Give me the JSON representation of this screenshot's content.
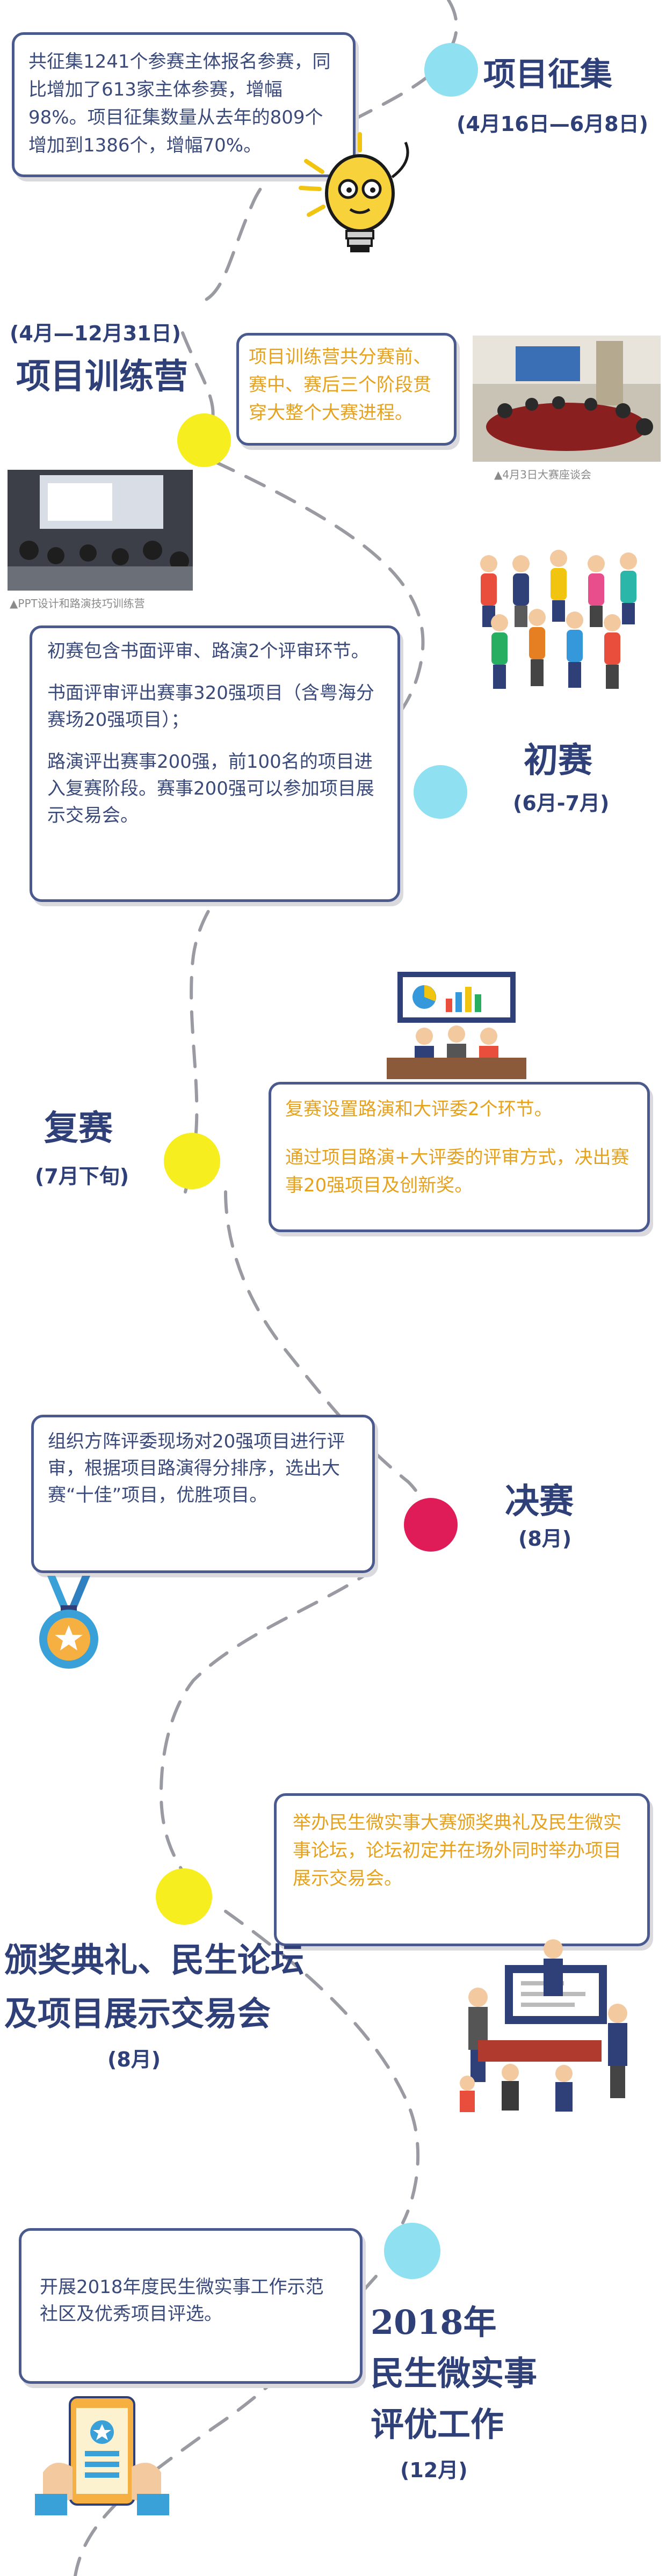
{
  "stages": {
    "s1": {
      "title": "项目征集",
      "date": "(4月16日—6月8日)",
      "text": "共征集1241个参赛主体报名参赛，同比增加了613家主体参赛，增幅98%。项目征集数量从去年的809个增加到1386个，增幅70%。"
    },
    "s2": {
      "title": "项目训练营",
      "date": "(4月—12月31日)",
      "text": "项目训练营共分赛前、赛中、赛后三个阶段贯穿大整个大赛进程。",
      "caption_right": "▲4月3日大赛座谈会",
      "caption_left": "▲PPT设计和路演技巧训练营"
    },
    "s3": {
      "title": "初赛",
      "date": "(6月-7月)",
      "p1": "初赛包含书面评审、路演2个评审环节。",
      "p2": "书面评审评出赛事320强项目（含粤海分赛场20强项目）；",
      "p3": "路演评出赛事200强，前100名的项目进入复赛阶段。赛事200强可以参加项目展示交易会。"
    },
    "s4": {
      "title": "复赛",
      "date": "(7月下旬)",
      "p1": "复赛设置路演和大评委2个环节。",
      "p2": "通过项目路演+大评委的评审方式，决出赛事20强项目及创新奖。"
    },
    "s5": {
      "title": "决赛",
      "date": "(8月)",
      "text": "组织方阵评委现场对20强项目进行评审，根据项目路演得分排序，选出大赛“十佳”项目，优胜项目。"
    },
    "s6": {
      "title_line1": "颁奖典礼、民生论坛",
      "title_line2": "及项目展示交易会",
      "date": "(8月)",
      "text": "举办民生微实事大赛颁奖典礼及民生微实事论坛，论坛初定并在场外同时举办项目展示交易会。"
    },
    "s7": {
      "title_line1": "2018年",
      "title_line2": "民生微实事",
      "title_line3": "评优工作",
      "date": "(12月)",
      "text": "开展2018年度民生微实事工作示范社区及优秀项目评选。"
    }
  },
  "icons": {
    "bulb": "lightbulb-icon",
    "crowd": "people-group-icon",
    "panel": "judges-panel-icon",
    "medal": "medal-icon",
    "meeting": "meeting-people-icon",
    "phone": "phone-award-icon"
  },
  "colors": {
    "navy": "#2f3f78",
    "yellow_dot": "#f6ee1e",
    "blue_dot": "#8fe0f0",
    "red_dot": "#e01c58",
    "orange_text": "#e6a21c"
  }
}
